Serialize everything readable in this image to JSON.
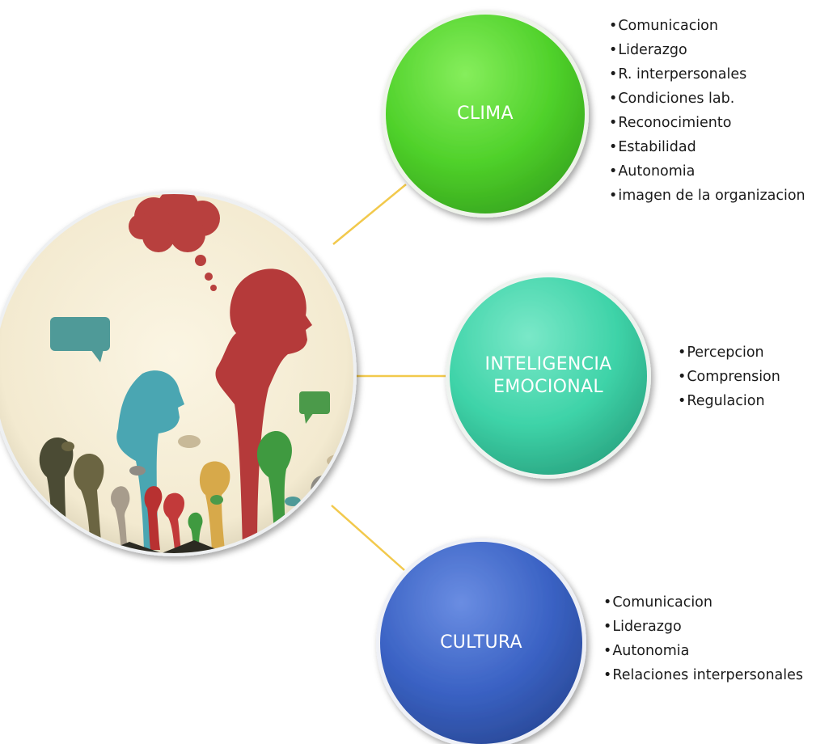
{
  "nodes": {
    "clima": {
      "label": "CLIMA",
      "color": "#4fd12a"
    },
    "inteligencia": {
      "label_lines": [
        "INTELIGENCIA",
        "EMOCIONAL"
      ],
      "color": "#3ed3a8"
    },
    "cultura": {
      "label": "CULTURA",
      "color": "#3a62c4"
    }
  },
  "lists": {
    "clima": [
      "Comunicacion",
      "Liderazgo",
      "R. interpersonales",
      "Condiciones lab.",
      "Reconocimiento",
      "Estabilidad",
      "Autonomia",
      "imagen de la organizacion"
    ],
    "inteligencia": [
      "Percepcion",
      "Comprension",
      "Regulacion"
    ],
    "cultura": [
      "Comunicacion",
      "Liderazgo",
      "Autonomia",
      "Relaciones interpersonales"
    ]
  },
  "colors": {
    "connector": "#f2c94c",
    "center_bg": "#f6efda"
  },
  "center_image": "people-silhouettes-with-speech-bubbles-image"
}
